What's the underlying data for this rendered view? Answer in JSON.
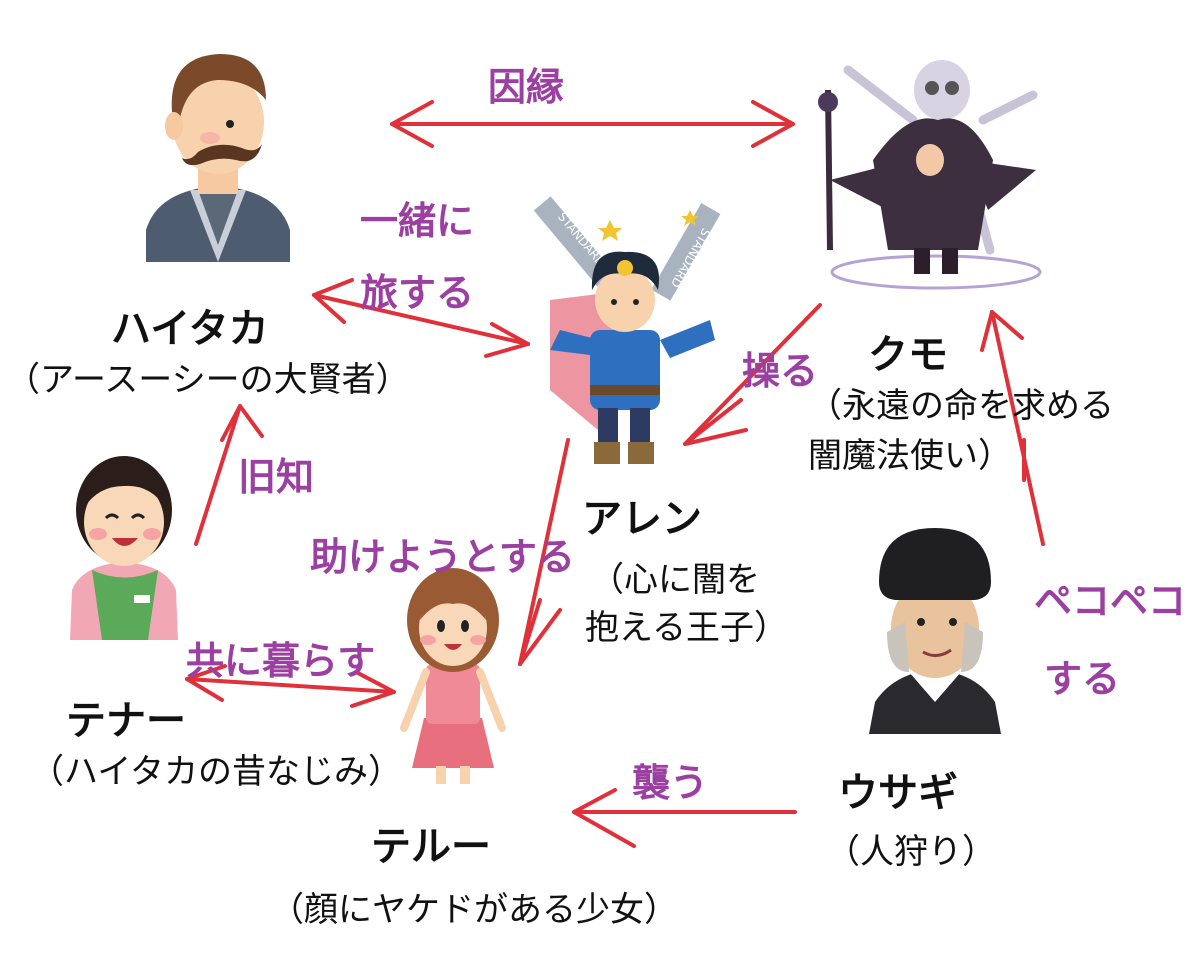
{
  "characters": {
    "haitaka": {
      "name": "ハイタカ",
      "desc": "（アースーシーの大賢者）"
    },
    "kumo": {
      "name": "クモ",
      "desc1": "（永遠の命を求める",
      "desc2": "闇魔法使い）"
    },
    "allen": {
      "name": "アレン",
      "desc1": "（心に闇を",
      "desc2": "抱える王子）",
      "sword_text": "STANDARD"
    },
    "tenar": {
      "name": "テナー",
      "desc": "（ハイタカの昔なじみ）"
    },
    "usagi": {
      "name": "ウサギ",
      "desc": "（人狩り）"
    },
    "therru": {
      "name": "テルー",
      "desc": "（顔にヤケドがある少女）"
    }
  },
  "relations": {
    "innen": "因縁",
    "issho1": "一緒に",
    "issho2": "旅する",
    "ayatsuru": "操る",
    "kyuchi": "旧知",
    "tasuke": "助けようとする",
    "kurasu": "共に暮らす",
    "osou": "襲う",
    "peko1": "ペコペコ",
    "peko2": "する"
  },
  "colors": {
    "arrow": "#e0303a",
    "relation_text": "#9b3fa0"
  }
}
